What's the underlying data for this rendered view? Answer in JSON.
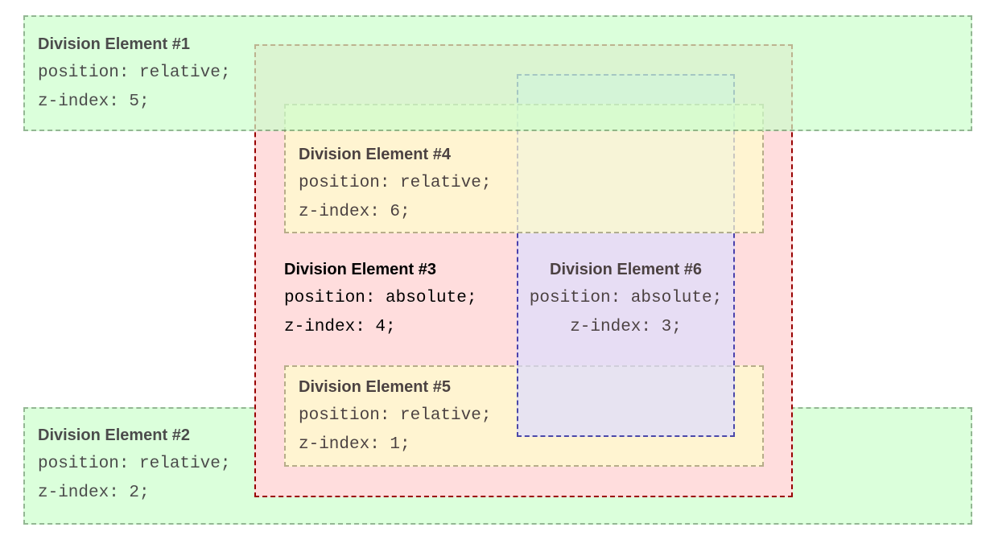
{
  "page": {
    "background_color": "#ffffff",
    "description_of_content": "CSS stacking context demonstration with six overlapping translucent division elements"
  },
  "divisions": [
    {
      "title": "Division Element #1",
      "code": [
        "position: relative;",
        "z-index: 5;"
      ],
      "css_position": "relative",
      "z_index": 5,
      "background_color": "#ccffcc",
      "border_color": "#669966",
      "opacity": 0.7
    },
    {
      "title": "Division Element #2",
      "code": [
        "position: relative;",
        "z-index: 2;"
      ],
      "css_position": "relative",
      "z_index": 2,
      "background_color": "#ccffcc",
      "border_color": "#669966",
      "opacity": 0.7
    },
    {
      "title": "Division Element #3",
      "code": [
        "position: absolute;",
        "z-index: 4;"
      ],
      "css_position": "absolute",
      "z_index": 4,
      "background_color": "#ffdddd",
      "border_color": "#990000",
      "opacity": 1
    },
    {
      "title": "Division Element #4",
      "code": [
        "position: relative;",
        "z-index: 6;"
      ],
      "css_position": "relative",
      "z_index": 6,
      "background_color": "#ffffcc",
      "border_color": "#999966",
      "opacity": 0.7
    },
    {
      "title": "Division Element #5",
      "code": [
        "position: relative;",
        "z-index: 1;"
      ],
      "css_position": "relative",
      "z_index": 1,
      "background_color": "#ffffcc",
      "border_color": "#999966",
      "opacity": 0.7
    },
    {
      "title": "Division Element #6",
      "code": [
        "position: absolute;",
        "z-index: 3;"
      ],
      "css_position": "absolute",
      "z_index": 3,
      "background_color": "#ddddff",
      "border_color": "#000099",
      "opacity": 0.7
    }
  ]
}
